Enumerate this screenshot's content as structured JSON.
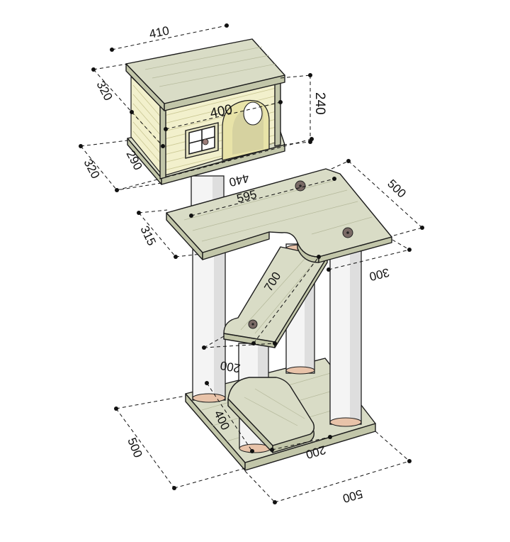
{
  "dimensions": {
    "house_top_width": "410",
    "house_top_depth": "320",
    "house_height": "240",
    "house_inner_width": "400",
    "house_base_depth": "320",
    "house_inner_depth": "290",
    "house_base_width": "440",
    "platform_width": "595",
    "platform_depth": "500",
    "platform_left_depth": "315",
    "platform_notch": "300",
    "ramp_length": "700",
    "ramp_width": "200",
    "base_left_depth": "500",
    "step_length": "400",
    "step_width": "200",
    "base_width": "500"
  },
  "colors": {
    "wood_top": "#d9dcc6",
    "wood_side": "#c2c6a9",
    "post": "#f4f4f4",
    "post_ring": "#e8c3a9",
    "house_wall": "#f2f0cc"
  }
}
